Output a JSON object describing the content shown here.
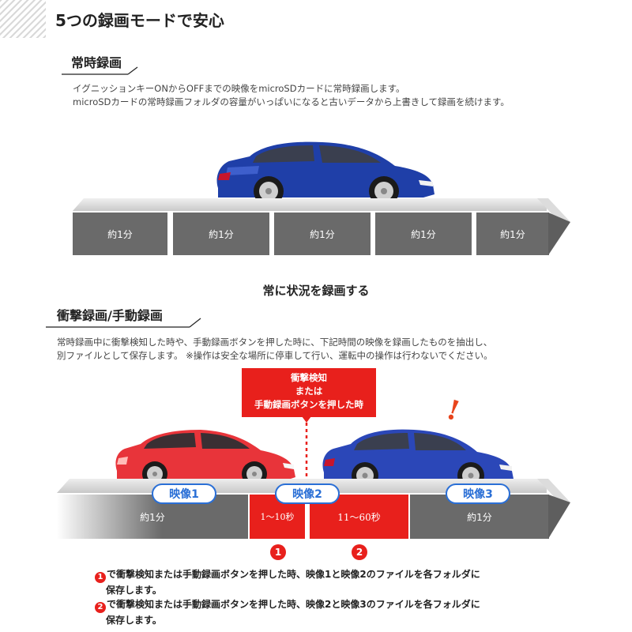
{
  "header": {
    "title": "5つの録画モードで安心"
  },
  "section1": {
    "title": "常時録画",
    "desc_line1": "イグニッションキーONからOFFまでの映像をmicroSDカードに常時録画します。",
    "desc_line2": "microSDカードの常時録画フォルダの容量がいっぱいになると古いデータから上書きして録画を続けます。",
    "segments": [
      "約1分",
      "約1分",
      "約1分",
      "約1分",
      "約1分"
    ],
    "caption": "常に状況を録画する"
  },
  "section2": {
    "title": "衝撃録画/手動録画",
    "desc_line1": "常時録画中に衝撃検知した時や、手動録画ボタンを押した時に、下記時間の映像を録画したものを抽出し、",
    "desc_line2": "別ファイルとして保存します。 ※操作は安全な場所に停車して行い、運転中の操作は行わないでください。",
    "callout": {
      "line1": "衝撃検知",
      "line2": "または",
      "line3": "手動録画ボタンを押した時"
    },
    "exclamation": "!",
    "video_labels": [
      "映像1",
      "映像2",
      "映像3"
    ],
    "segments": {
      "left": "約1分",
      "pre": "1～10秒",
      "post": "11～60秒",
      "right": "約1分"
    },
    "markers": [
      "1",
      "2"
    ],
    "notes": [
      {
        "num": "1",
        "line1": "で衝撃検知または手動録画ボタンを押した時、映像1と映像2のファイルを各フォルダに",
        "line2": "保存します。"
      },
      {
        "num": "2",
        "line1": "で衝撃検知または手動録画ボタンを押した時、映像2と映像3のファイルを各フォルダに",
        "line2": "保存します。"
      }
    ]
  },
  "colors": {
    "accent_red": "#e8201c",
    "accent_blue": "#2a6fd6",
    "segment_gray": "#6a6a6a",
    "car_blue": "#1f3fa8",
    "car_red": "#e8343a"
  }
}
